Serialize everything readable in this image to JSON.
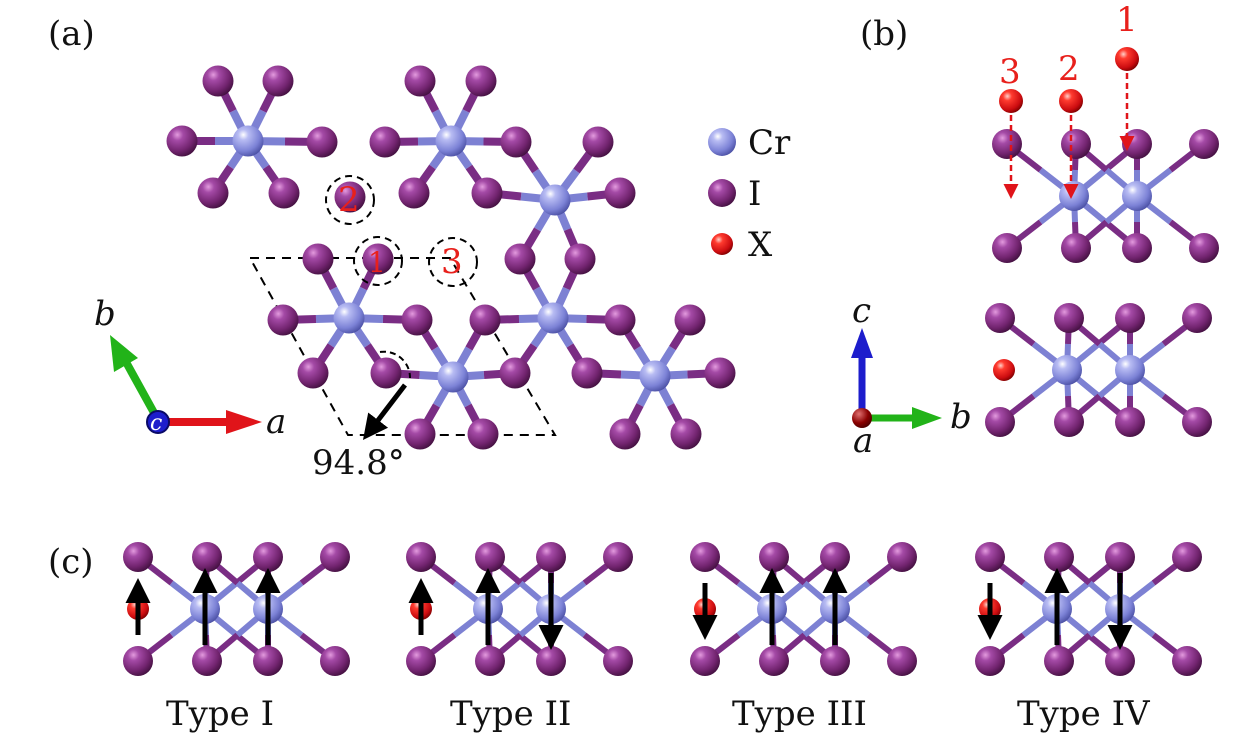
{
  "panels": {
    "a": {
      "label": "(a)"
    },
    "b": {
      "label": "(b)"
    },
    "c": {
      "label": "(c)"
    }
  },
  "legend": [
    {
      "label": "Cr",
      "color": "#8a90df"
    },
    {
      "label": "I",
      "color": "#7a2d84"
    },
    {
      "label": "X",
      "color": "#e0141a"
    }
  ],
  "axes_a": {
    "a": "a",
    "b": "b",
    "c": "c"
  },
  "axes_b": {
    "c": "c",
    "a": "a",
    "b": "b"
  },
  "angle_label": "94.8°",
  "site_labels": [
    "1",
    "2",
    "3"
  ],
  "types": [
    "Type I",
    "Type II",
    "Type III",
    "Type IV"
  ],
  "colors": {
    "cr": "#8a90df",
    "iodine": "#7a2d84",
    "x": "#e0141a",
    "bond_cr": "#7d81d3",
    "bond_i": "#7a2d84",
    "axis_a": "#e0141a",
    "axis_b": "#22b319",
    "axis_c": "#1d1dcc",
    "axis_c_b": "#8b0000",
    "site_label": "#e8201c"
  }
}
